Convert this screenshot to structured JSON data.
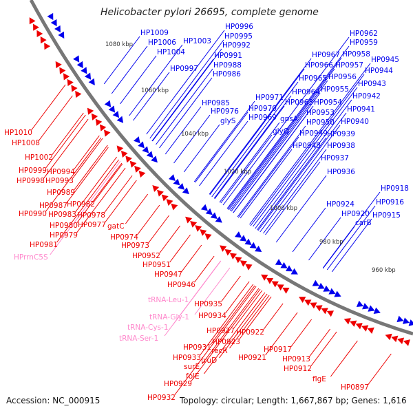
{
  "title": "Helicobacter pylori 26695, complete genome",
  "accession": "Accession: NC_000915",
  "summary": "Topology: circular; Length: 1,667,867 bp; Genes: 1,616",
  "colors": {
    "forward": "#0000ee",
    "reverse": "#ee0000",
    "rna": "#ff88cc",
    "backbone": "#808080",
    "tick": "#228822"
  },
  "scale_labels": [
    "1080 kbp",
    "1060 kbp",
    "1040 kbp",
    "1020 kbp",
    "1000 kbp",
    "980 kbp",
    "960 kbp"
  ],
  "forward_genes": [
    "HP1009",
    "HP1006",
    "HP1003",
    "HP1004",
    "HP0996",
    "HP0995",
    "HP0992",
    "HP0991",
    "HP0988",
    "HP0986",
    "HP0997",
    "HP0985",
    "HP0976",
    "glyS",
    "HP0971",
    "HP0970",
    "HP0969",
    "gpsA",
    "glyQ",
    "HP0967",
    "HP0966",
    "HP0965",
    "HP0964",
    "HP0963",
    "HP0962",
    "HP0959",
    "HP0958",
    "HP0957",
    "HP0956",
    "HP0955",
    "HP0954",
    "HP0953",
    "HP0950",
    "HP0949",
    "HP0948",
    "HP0945",
    "HP0944",
    "HP0943",
    "HP0942",
    "HP0941",
    "HP0940",
    "HP0939",
    "HP0938",
    "HP0937",
    "HP0936",
    "HP0924",
    "HP0920",
    "carB",
    "HP0918",
    "HP0916",
    "HP0915"
  ],
  "reverse_genes": [
    "HP1010",
    "HP1008",
    "HP1002",
    "HP0999",
    "HP0994",
    "HP0998",
    "HP0993",
    "HP0989",
    "HP0987",
    "HP0982",
    "HP0990",
    "HP0983",
    "HP0978",
    "HP0980",
    "HP0977",
    "gatC",
    "HP0979",
    "HP0974",
    "HP0981",
    "HP0973",
    "HP0952",
    "HP0951",
    "HP0947",
    "HP0946",
    "HP0935",
    "HP0934",
    "HP0927",
    "HP0922",
    "HP0923",
    "HP0931",
    "recR",
    "HP0933",
    "truD",
    "surE",
    "folE",
    "HP0929",
    "HP0932",
    "HP0921",
    "HP0917",
    "HP0913",
    "HP0912",
    "flgE",
    "HP0897"
  ],
  "rna_genes": [
    "HPrrnC5S",
    "tRNA-Leu-1",
    "tRNA-Gly-1",
    "tRNA-Cys-1",
    "tRNA-Ser-1"
  ]
}
